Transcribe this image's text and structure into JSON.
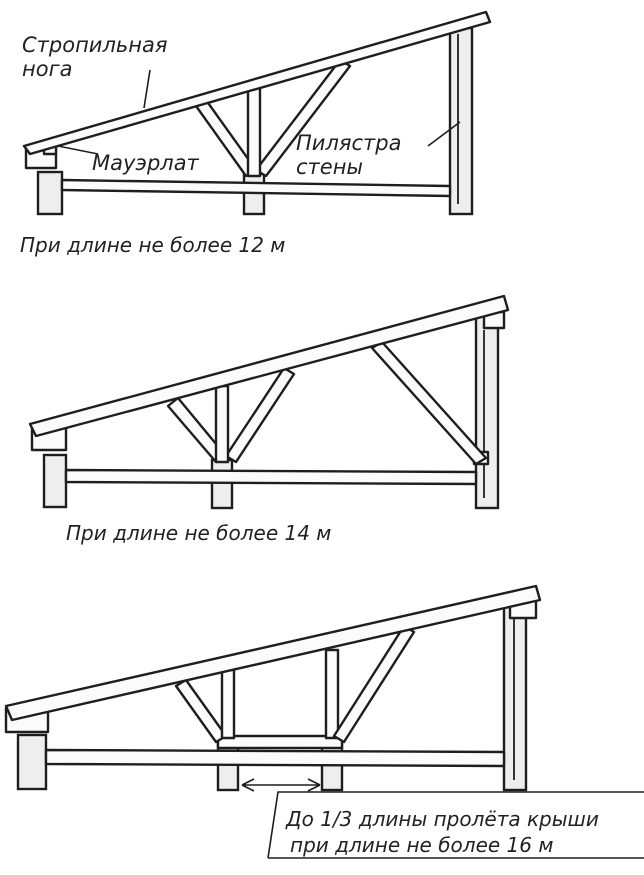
{
  "diagram1": {
    "label_rafter_line1": "Стропильная",
    "label_rafter_line2": "нога",
    "label_mauerlat": "Мауэрлат",
    "label_pilaster_line1": "Пилястра",
    "label_pilaster_line2": "стены",
    "caption": "При длине не более 12 м"
  },
  "diagram2": {
    "caption": "При длине не более  14 м"
  },
  "diagram3": {
    "note_line1": "До 1/3 длины пролёта крыши",
    "note_line2": "при длине не более 16 м"
  }
}
